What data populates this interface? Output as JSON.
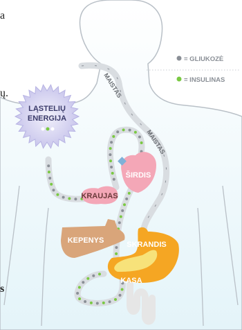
{
  "text_fragments": {
    "top": "a",
    "middle": "ų.",
    "bottom": "s"
  },
  "legend": {
    "glucose_label": "= GLIUKOZĖ",
    "insulin_label": "= INSULINAS",
    "glucose_color": "#8a8f96",
    "insulin_color": "#7ac943"
  },
  "labels": {
    "cells": [
      "LĄSTELIŲ",
      "ENERGIJA"
    ],
    "food_1": "MAISTAS",
    "food_2": "MAISTAS",
    "blood": "KRAUJAS",
    "heart": "ŠIRDIS",
    "liver": "KEPENYS",
    "stomach": "SKRANDIS",
    "pancreas": "KASA"
  },
  "colors": {
    "body_outline": "#b9c0c7",
    "body_fill": "#eef8fb",
    "cell_burst": "#c9c6ec",
    "heart": "#f4a7b7",
    "liver": "#d9a57a",
    "stomach": "#f5a623",
    "pancreas": "#f7e27a",
    "intestine": "#e6e6e6",
    "path": "#d9dde1",
    "label_dark": "#6a4a3a",
    "label_light": "#ffffff"
  }
}
